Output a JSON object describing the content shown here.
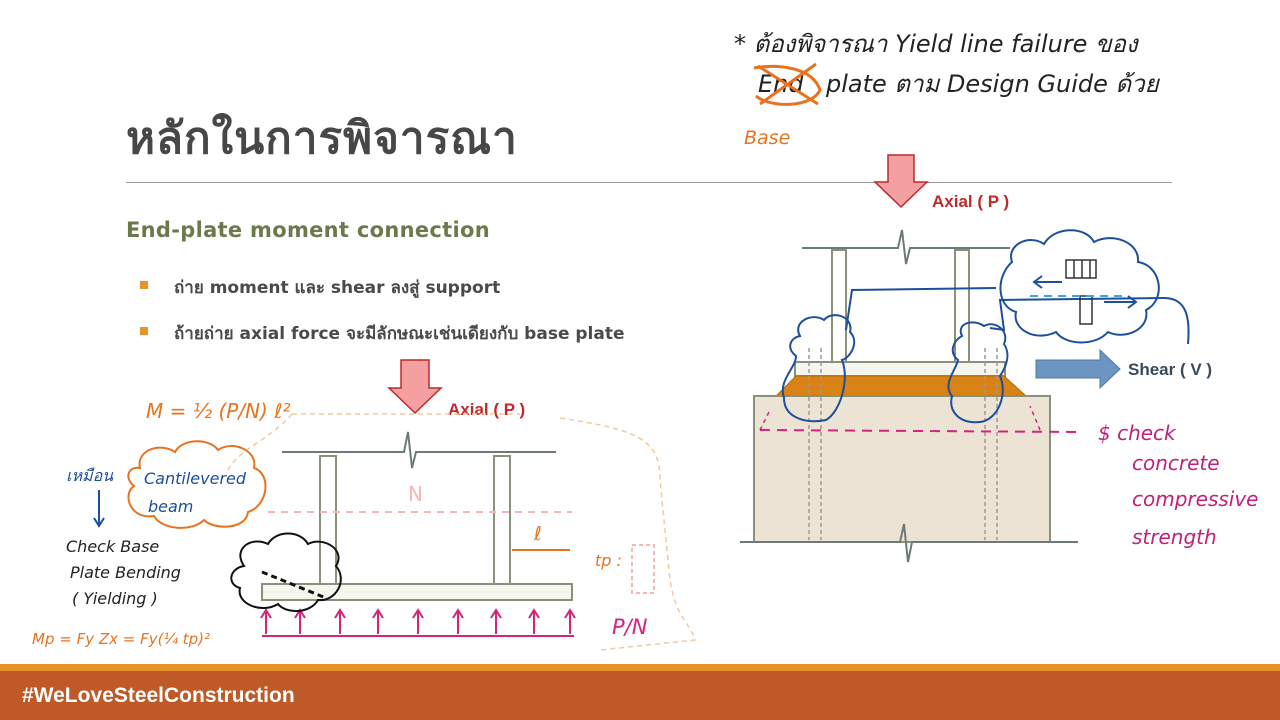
{
  "slide": {
    "title": "หลักในการพิจารณา",
    "subtitle": "End-plate moment connection",
    "bullets": [
      "ถ่าย moment และ shear ลงสู่ support",
      "ถ้ายถ่าย axial force จะมีลักษณะเช่นเดียงกับ base plate"
    ],
    "footer": "#WeLoveSteelConstruction"
  },
  "left_diagram": {
    "axial_label": "Axial ( P )",
    "moment_formula": "M = ½ (P/N) ℓ²",
    "similar_to": "เหมือน",
    "cloud_text_1": "Cantilevered",
    "cloud_text_2": "beam",
    "check_1": "Check Base",
    "check_2": "Plate Bending",
    "check_3": "( Yielding )",
    "mp_formula": "Mp = Fy Zx = Fy(¼ tp)²",
    "n_label": "N",
    "l_label": "ℓ",
    "tp_label": "tp :",
    "pn_label": "P/N"
  },
  "right_diagram": {
    "note_line_1": "* ต้องพิจารณา Yield line failure ของ",
    "note_crossed": "End",
    "note_line_2": "plate ตาม Design Guide ด้วย",
    "note_replacement": "Base",
    "axial_label": "Axial ( P )",
    "shear_label": "Shear ( V )",
    "check_1": "$ check",
    "check_2": "concrete",
    "check_3": "compressive",
    "check_4": "strength"
  },
  "colors": {
    "title": "#474747",
    "subtitle": "#6b7a4c",
    "bullet": "#e8922c",
    "footer": "#bf5a28",
    "axial_red": "#c0282a",
    "arrow_fill": "#f4a0a0",
    "ink_orange": "#e8731e",
    "ink_blue": "#1d4f9a",
    "ink_magenta": "#c0217a",
    "plate_orange": "#d98316",
    "shear_arrow": "#6c95c2"
  }
}
